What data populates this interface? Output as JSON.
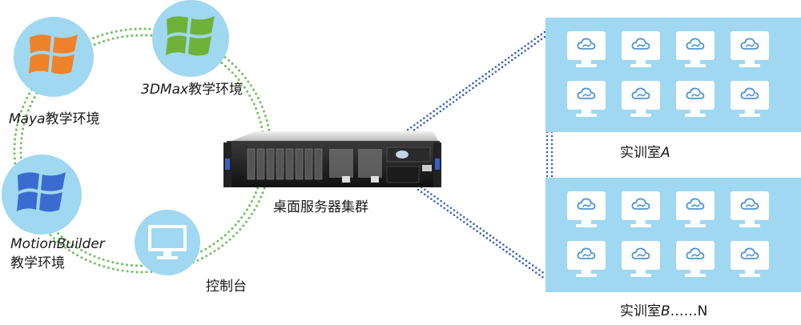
{
  "diagram": {
    "nodes": {
      "maya": {
        "label_prefix": "Maya",
        "label_suffix": "教学环境",
        "icon": "windows-logo-icon"
      },
      "max3d": {
        "label_prefix": "3DMax",
        "label_suffix": "教学环境",
        "icon": "windows-logo-icon"
      },
      "motionbuilder": {
        "label_line1": "MotionBuilder",
        "label_line2": "教学环境",
        "icon": "windows-logo-icon"
      },
      "console": {
        "label": "控制台",
        "icon": "monitor-icon"
      },
      "server": {
        "label": "桌面服务器集群",
        "icon": "rack-server-icon"
      }
    },
    "rooms": [
      {
        "name_prefix": "实训室",
        "name_suffix": "A",
        "terminal_count": 8,
        "terminal_icon": "cloud-desktop-icon"
      },
      {
        "name_prefix": "实训室",
        "name_suffix": "B",
        "name_tail": "……N",
        "terminal_count": 8,
        "terminal_icon": "cloud-desktop-icon"
      }
    ]
  },
  "colors": {
    "icon_circle": "#9fd8f0",
    "ring_dots": "#6fbf5a",
    "link_dots": "#3b5fc0",
    "maya_logo": "#f0822a",
    "max_logo": "#6fb23a",
    "mb_logo": "#3a6cd0",
    "cloud": "#4f95d0"
  }
}
